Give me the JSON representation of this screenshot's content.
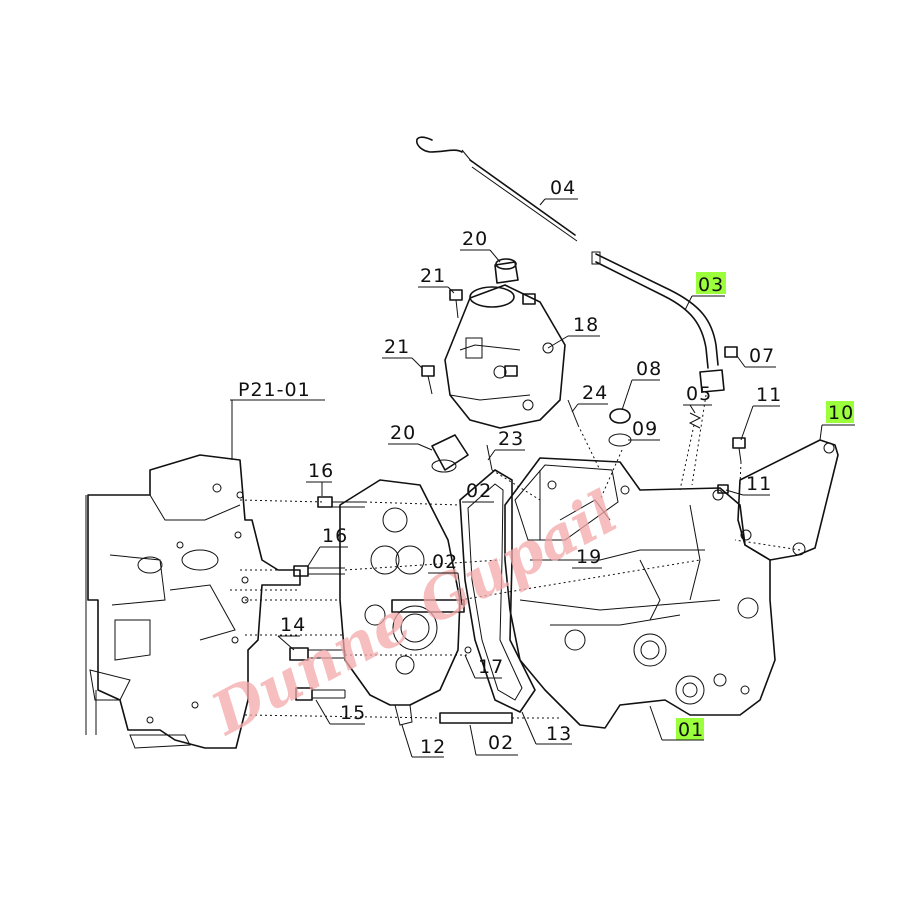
{
  "diagram": {
    "watermark": "Dunne Gupail",
    "labels": {
      "p21_01": "P21-01",
      "n01": "01",
      "n02a": "02",
      "n02b": "02",
      "n02c": "02",
      "n03": "03",
      "n04": "04",
      "n05": "05",
      "n07": "07",
      "n08": "08",
      "n09": "09",
      "n10": "10",
      "n11a": "11",
      "n11b": "11",
      "n12": "12",
      "n13": "13",
      "n14": "14",
      "n15": "15",
      "n16a": "16",
      "n16b": "16",
      "n17": "17",
      "n18": "18",
      "n19": "19",
      "n20a": "20",
      "n20b": "20",
      "n21a": "21",
      "n21b": "21",
      "n23": "23",
      "n24": "24"
    },
    "highlighted_labels": [
      "01",
      "03",
      "10"
    ],
    "highlight_color": "#9cff3c",
    "watermark_color": "#f3a9a9"
  }
}
